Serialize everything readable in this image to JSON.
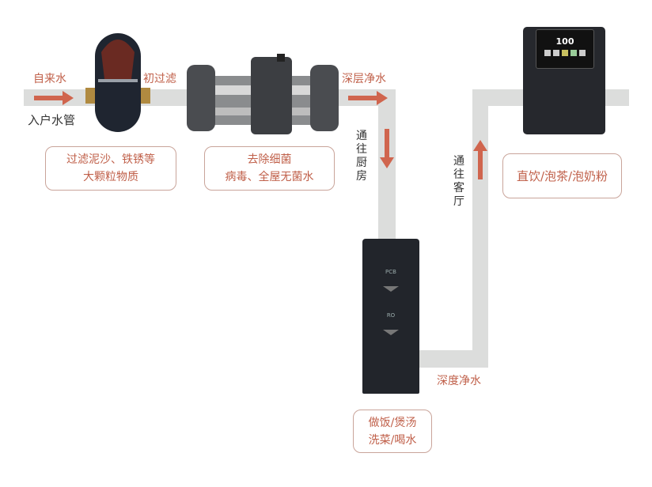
{
  "labels": {
    "tap_water": "自来水",
    "inlet_pipe": "入户水管",
    "pre_filter": "初过滤",
    "deep_purify": "深层净水",
    "to_kitchen": "通往厨房",
    "to_living_room": "通往客厅",
    "deep_clean_water": "深度净水"
  },
  "boxes": {
    "pre_filter_desc": [
      "过滤泥沙、铁锈等",
      "大颗粒物质"
    ],
    "central_filter_desc": [
      "去除细菌",
      "病毒、全屋无菌水"
    ],
    "dispenser_desc": [
      "直饮/泡茶/泡奶粉"
    ],
    "kitchen_desc": [
      "做饭/煲汤",
      "洗菜/喝水"
    ]
  },
  "devices": {
    "dispenser_display": "100",
    "kitchen_unit_stage1": "PCB",
    "kitchen_unit_stage2": "RO"
  },
  "colors": {
    "accent": "#c0604a",
    "arrow": "#d0654e",
    "pipe": "#dcdddc",
    "device": "#22252b"
  }
}
